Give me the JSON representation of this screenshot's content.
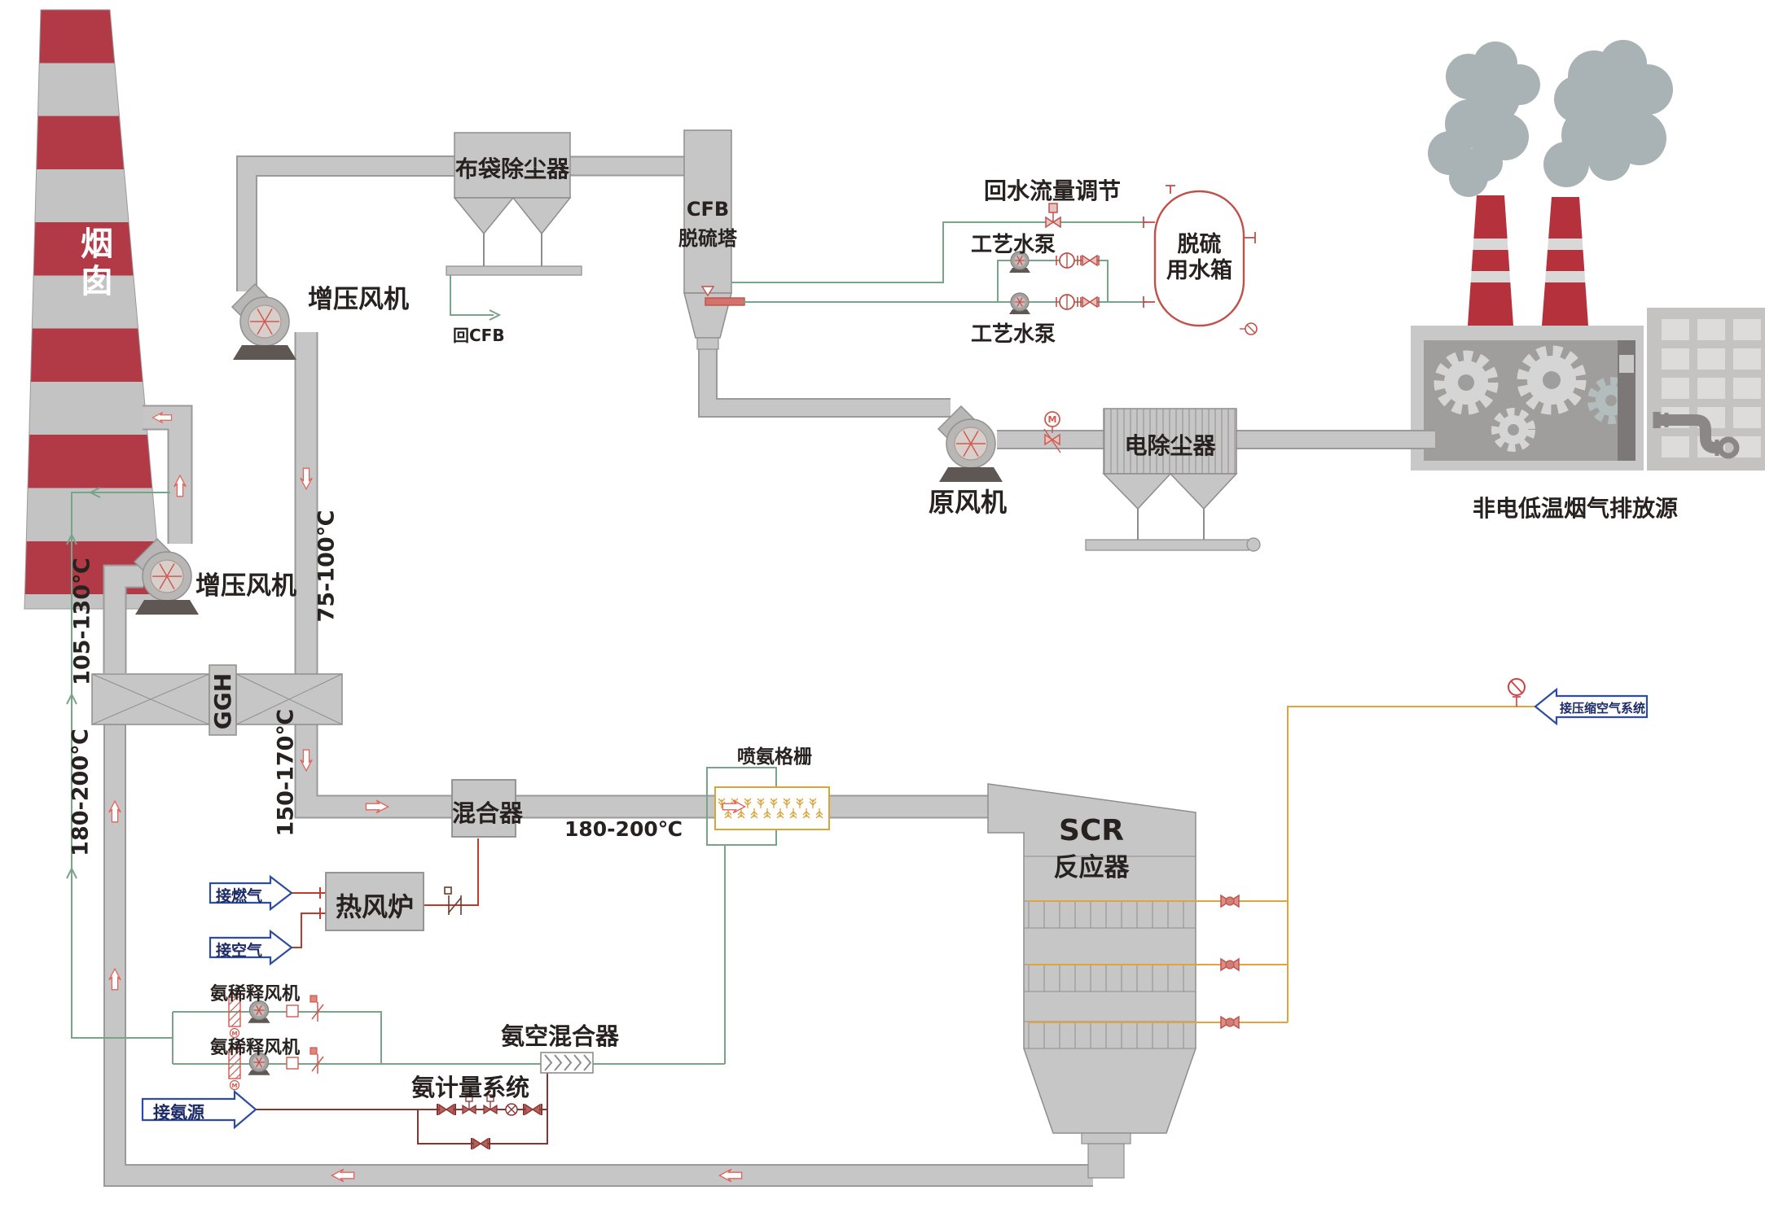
{
  "diagram": {
    "labels": {
      "chimney": "烟囱",
      "bag_filter": "布袋除尘器",
      "cfb_tower_1": "CFB",
      "cfb_tower_2": "脱硫塔",
      "back_to_cfb": "回CFB",
      "booster_fan_top": "增压风机",
      "booster_fan_left": "增压风机",
      "ggh": "GGH",
      "mixer": "混合器",
      "hot_air_furnace": "热风炉",
      "ammonia_grid": "喷氨格栅",
      "scr_1": "SCR",
      "scr_2": "反应器",
      "raw_fan": "原风机",
      "esp": "电除尘器",
      "emission_source": "非电低温烟气排放源",
      "water_tank_1": "脱硫",
      "water_tank_2": "用水箱",
      "process_pump_top": "工艺水泵",
      "process_pump_bottom": "工艺水泵",
      "return_water_control": "回水流量调节",
      "dilution_fan_top": "氨稀释风机",
      "dilution_fan_bottom": "氨稀释风机",
      "ammonia_air_mixer": "氨空混合器",
      "ammonia_metering": "氨计量系统"
    },
    "temperatures": {
      "to_stack": "105-130℃",
      "after_booster": "75-100℃",
      "scr_return": "180-200℃",
      "after_ggh": "150-170℃",
      "after_mixer": "180-200℃"
    },
    "tags": {
      "fuel_gas": "接燃气",
      "air": "接空气",
      "ammonia_source": "接氨源",
      "compressed_air": "接压缩空气系统"
    },
    "symbols": {
      "motor": "M"
    },
    "colors": {
      "duct_gray": "#c7c6c6",
      "duct_outline": "#9b9999",
      "band_red": "#b23a46",
      "line_green": "#79a489",
      "line_yellow": "#dfa53c",
      "line_dark_red": "#8a3431",
      "symbol_red": "#cf5a52",
      "text_dark": "#272220",
      "tag_blue": "#2f4da0"
    }
  }
}
